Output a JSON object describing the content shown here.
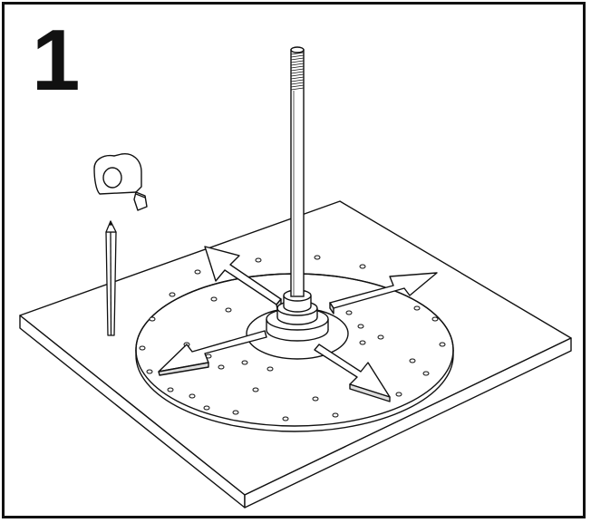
{
  "step": {
    "number": "1"
  },
  "colors": {
    "ink": "#111111",
    "paper": "#ffffff",
    "shade": "#dcdcdc"
  },
  "parts": {
    "tape_measure": "tape-measure-icon",
    "pencil": "pencil-icon",
    "base_board": "base-board",
    "turntable_disc": "turntable-disc",
    "center_rod": "center-rod",
    "direction_arrows": 4
  }
}
